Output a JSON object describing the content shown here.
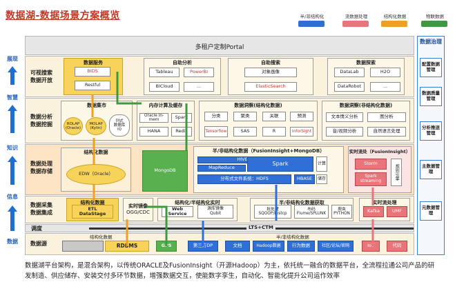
{
  "title": "数据湖-数据场景方案概览",
  "legend": [
    {
      "label": "半/非结构化",
      "color": "#2f6fd6"
    },
    {
      "label": "流数据处理",
      "color": "#e8757a"
    },
    {
      "label": "结构化数据",
      "color": "#f0a020"
    },
    {
      "label": "物联数据",
      "color": "#3f9a3f"
    }
  ],
  "left_labels": [
    "展现",
    "智慧",
    "知识",
    "信息",
    "数据"
  ],
  "layers": {
    "portal": "多租户定制Portal",
    "present": {
      "label1": "可视搜索",
      "label2": "数据开放"
    },
    "analysis": {
      "label1": "数据分析",
      "label2": "数据挖掘"
    },
    "processing": {
      "label1": "数据处理",
      "label2": "数据存储"
    },
    "collect": {
      "label1": "数据采集",
      "label2": "数据集成"
    },
    "schedule": "调度",
    "source": "数据源"
  },
  "data_service": {
    "title": "数据服务",
    "items": [
      "BIDS",
      "Restful"
    ]
  },
  "self_analysis": {
    "title": "自助分析",
    "items": [
      "Tableau",
      "PowerBI",
      "BICloud",
      "..."
    ]
  },
  "self_search": {
    "title": "自助搜索",
    "items": [
      "对象画像",
      "ElasticSearch"
    ]
  },
  "data_explore": {
    "title": "数据探索",
    "items": [
      "DataLab",
      "H2O",
      "DataRobot",
      "..."
    ]
  },
  "data_mart": {
    "title": "数据集市",
    "items": [
      "ROLAP\n(Oracle)",
      "MOLAP\n(Kylin)",
      "列式\n数据库\nIQ"
    ]
  },
  "mem_compute": {
    "title": "内存计算及缓存",
    "items": [
      "Oracle In-mem",
      "Spark",
      "HANA",
      "Redis"
    ]
  },
  "insight_struct": {
    "title": "数据洞察(结构化数据)",
    "items": [
      "分类",
      "聚类",
      "关联",
      "预测",
      "Tensorflow",
      "SAS",
      "R",
      "InforSight"
    ]
  },
  "insight_unstruct": {
    "title": "数据洞察(非结构化数据)",
    "items": [
      "文本情义分析",
      "图分析",
      "音/视频分析",
      "自然语言处理"
    ]
  },
  "struct_data": {
    "title": "结构化数据",
    "edw": "EDW（Oracle）"
  },
  "mongodb": "MongoDB",
  "fusion": {
    "title": "半/非结构化数据（FusionInsight+MongoDB）",
    "hive": "HIVE",
    "mapreduce": "MapReduce",
    "spark": "Spark",
    "compute": "计算",
    "hdfs": "分布式文件系统：HDFS",
    "hbase": "HBASE",
    "storage": "储存"
  },
  "realtime": {
    "title": "实时流处（FusionInsight）",
    "storm": "Storm",
    "spark_streaming": "Spark\nstreaming",
    "rules": "规则引擎"
  },
  "collect_struct": {
    "title": "结构化数据",
    "etl": "ETL\nDataStage"
  },
  "realtime_sync": {
    "title": "实时镜像",
    "sub": "OGG/CDC"
  },
  "struct_semi_rt": {
    "title": "结构化/半结构化实时",
    "ws": "Web Service",
    "mirror": "源库镜像\nQubit"
  },
  "semi_collect": {
    "title": "半/非结构化数据获取",
    "batch": "批处理\nSQOOP/Distcp",
    "flume": "布码\nFlume/SPLUNK",
    "crawler": "爬虫\nPYTHON"
  },
  "rt_stream": {
    "title": "实时流处理",
    "kafka": "Kafka",
    "umf": "UMF"
  },
  "schedule_bar": "LTS+CTM",
  "source_labels": {
    "struct": "结构化数据",
    "semi": "半/非结构化数据"
  },
  "sources": [
    "RDBMS",
    "GPS",
    "第三方DP",
    "文档",
    "Hadoop数据",
    "行为数据",
    "社区/论坛/官网",
    "IoT",
    "代码"
  ],
  "governance": {
    "title": "数据治理",
    "items": [
      "配置数据管理",
      "数据质量管理",
      "分析推送管理",
      "主数据管理",
      "元数据管理"
    ]
  },
  "description": "数据湖平台架构，是混合架构，以传统ORACLE及FusionInsight（开源Hadoop）为主，依托统一融合的数据平台，全流程拉通公司产品的研发制造、供应储存、安装交付多环节数据，增强数据交互，使能数字孪生，自动化、智能化提升公司运作效率"
}
